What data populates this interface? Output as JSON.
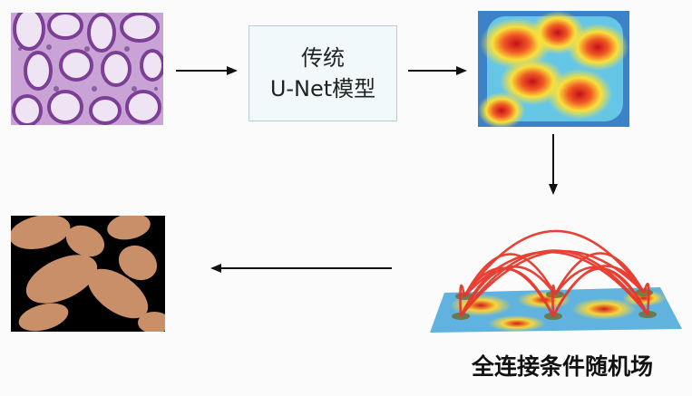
{
  "model_box": {
    "line1": "传统",
    "line2": "U-Net模型"
  },
  "crf_caption": "全连接条件随机场",
  "colors": {
    "histology_purple": "#8a4fa3",
    "mask_tan": "#c98f68",
    "arc_red": "#e6372a",
    "box_fill": "#f1f9fb"
  }
}
